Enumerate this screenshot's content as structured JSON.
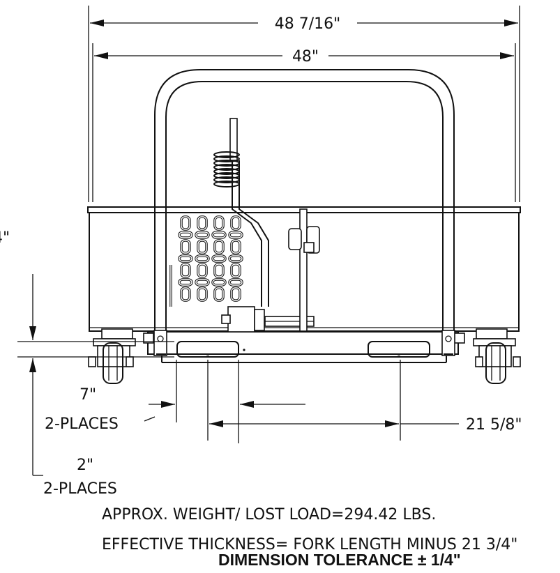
{
  "dimensions": {
    "overall_width": "48 7/16\"",
    "inner_width": "48\"",
    "left_partial": "4\"",
    "slot_width": "7\"",
    "slot_width_qty": "2-PLACES",
    "slot_spacing": "21 5/8\"",
    "slot_height": "2\"",
    "slot_height_qty": "2-PLACES"
  },
  "notes": {
    "weight": "APPROX. WEIGHT/ LOST LOAD=294.42 LBS.",
    "thickness": "EFFECTIVE THICKNESS= FORK LENGTH MINUS 21 3/4\"",
    "tolerance": "DIMENSION TOLERANCE ± 1/4\""
  }
}
